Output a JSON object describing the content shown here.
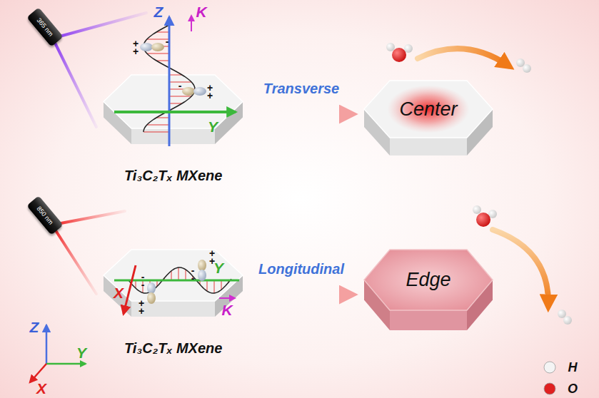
{
  "diagram": {
    "nodes": [
      {
        "text": [
          "365 nm"
        ]
      },
      {
        "text": [
          "Ti₃C₂Tₓ MXene"
        ]
      },
      {
        "text": [
          "Center"
        ]
      },
      {
        "text": [
          "850 nm"
        ]
      },
      {
        "text": [
          "Ti₃C₂Tₓ MXene"
        ]
      },
      {
        "text": [
          "Edge"
        ]
      }
    ],
    "edges": [
      {
        "from": 1,
        "to": 2,
        "arrow": "to",
        "label": "Transverse"
      },
      {
        "from": 4,
        "to": 5,
        "arrow": "to",
        "label": "Longitudinal"
      }
    ],
    "labels": [
      "Z",
      "K",
      "Y",
      "+ +",
      "-",
      "-",
      "+ +",
      "X",
      "Y",
      "K",
      "+ +",
      "- -",
      "- -",
      "+ +",
      "Z",
      "Y",
      "X"
    ],
    "legend": [
      {
        "text": "H",
        "color": "#f4f4f4"
      },
      {
        "text": "O",
        "color": "#e02020"
      }
    ]
  }
}
